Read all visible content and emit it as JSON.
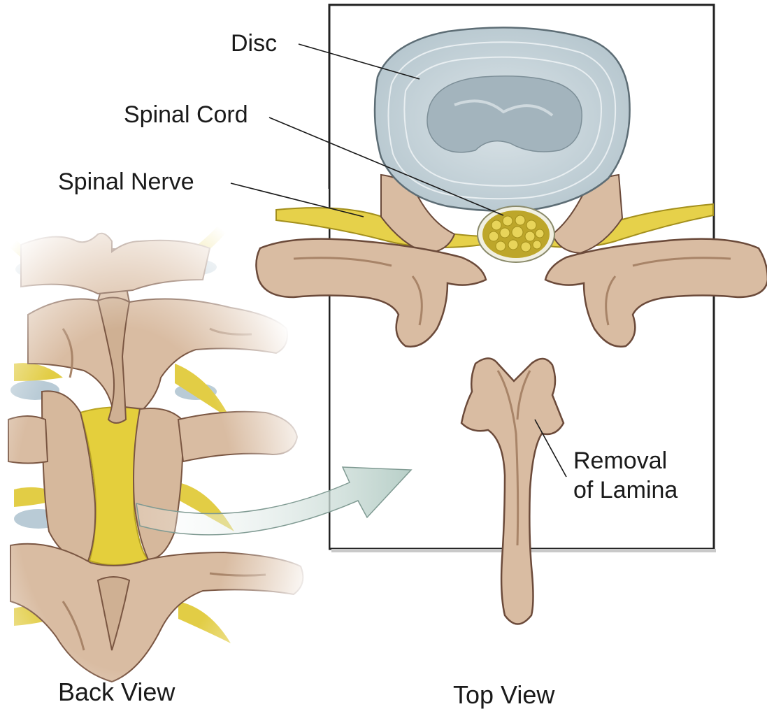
{
  "labels": {
    "disc": "Disc",
    "spinal_cord": "Spinal Cord",
    "spinal_nerve": "Spinal Nerve",
    "removal_line1": "Removal",
    "removal_line2": "of Lamina",
    "back_view": "Back View",
    "top_view": "Top View"
  },
  "colors": {
    "bone": "#d9bca2",
    "bone_shadow": "#b08a70",
    "bone_outline": "#6b4a3a",
    "disc": "#c5d3da",
    "disc_inner": "#a9bbc4",
    "nerve": "#e6d14a",
    "nerve_dark": "#a38f1c",
    "arrow": "#c8d8d2",
    "frame": "#222222"
  }
}
